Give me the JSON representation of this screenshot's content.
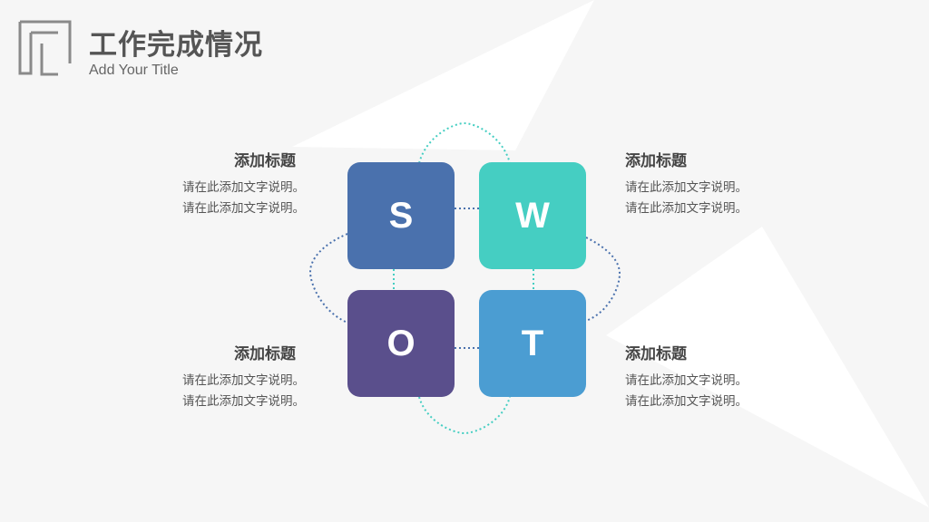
{
  "header": {
    "title": "工作完成情况",
    "subtitle": "Add Your Title"
  },
  "swot": {
    "tiles": [
      {
        "letter": "S",
        "color": "#4a71ad"
      },
      {
        "letter": "W",
        "color": "#45cec2"
      },
      {
        "letter": "O",
        "color": "#5a4f8c"
      },
      {
        "letter": "T",
        "color": "#4b9dd2"
      }
    ],
    "blocks": [
      {
        "heading": "添加标题",
        "line1": "请在此添加文字说明。",
        "line2": "请在此添加文字说明。"
      },
      {
        "heading": "添加标题",
        "line1": "请在此添加文字说明。",
        "line2": "请在此添加文字说明。"
      },
      {
        "heading": "添加标题",
        "line1": "请在此添加文字说明。",
        "line2": "请在此添加文字说明。"
      },
      {
        "heading": "添加标题",
        "line1": "请在此添加文字说明。",
        "line2": "请在此添加文字说明。"
      }
    ]
  },
  "colors": {
    "background": "#f6f6f6",
    "accent_teal": "#45cec2",
    "accent_blue": "#4a71ad",
    "accent_purple": "#5a4f8c",
    "accent_sky": "#4b9dd2"
  }
}
